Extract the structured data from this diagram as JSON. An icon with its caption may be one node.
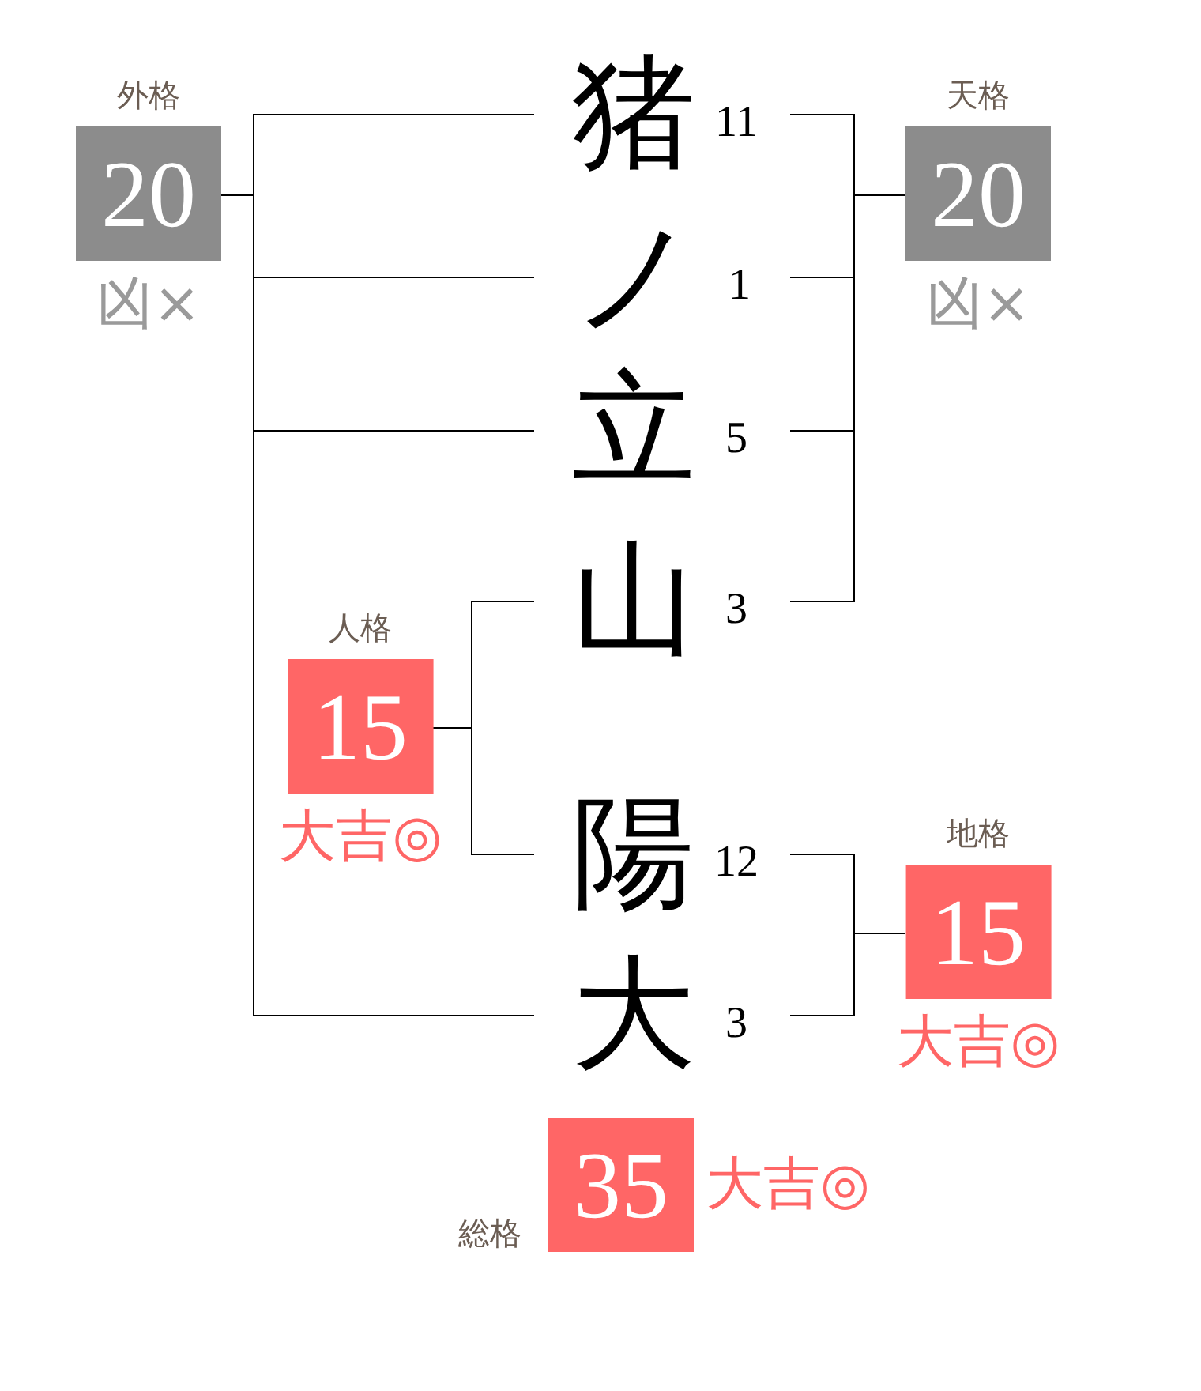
{
  "diagram": {
    "nodes": [
      {
        "text": [
          "外格",
          "20"
        ],
        "beside": [
          "凶×"
        ]
      },
      {
        "text": [
          "猪"
        ],
        "beside": [
          "11"
        ]
      },
      {
        "text": [
          "天格",
          "20"
        ],
        "beside": [
          "凶×"
        ]
      },
      {
        "text": [
          "ノ"
        ],
        "beside": [
          "1"
        ]
      },
      {
        "text": [
          "立"
        ],
        "beside": [
          "5"
        ]
      },
      {
        "text": [
          "山"
        ],
        "beside": [
          "3"
        ]
      },
      {
        "text": [
          "人格",
          "15"
        ],
        "beside": [
          "大吉◎"
        ]
      },
      {
        "text": [
          "陽"
        ],
        "beside": [
          "12"
        ]
      },
      {
        "text": [
          "地格",
          "15"
        ],
        "beside": [
          "大吉◎"
        ]
      },
      {
        "text": [
          "大"
        ],
        "beside": [
          "3"
        ]
      },
      {
        "text": [
          "総格",
          "35"
        ],
        "beside": [
          "大吉◎"
        ]
      }
    ],
    "edges": [
      {
        "from": 1,
        "to": 0,
        "arrow": "none"
      },
      {
        "from": 3,
        "to": 0,
        "arrow": "none"
      },
      {
        "from": 4,
        "to": 0,
        "arrow": "none"
      },
      {
        "from": 9,
        "to": 0,
        "arrow": "none"
      },
      {
        "from": 1,
        "to": 2,
        "arrow": "none"
      },
      {
        "from": 3,
        "to": 2,
        "arrow": "none"
      },
      {
        "from": 4,
        "to": 2,
        "arrow": "none"
      },
      {
        "from": 5,
        "to": 2,
        "arrow": "none"
      },
      {
        "from": 5,
        "to": 6,
        "arrow": "none"
      },
      {
        "from": 7,
        "to": 6,
        "arrow": "none"
      },
      {
        "from": 7,
        "to": 8,
        "arrow": "none"
      },
      {
        "from": 9,
        "to": 8,
        "arrow": "none"
      }
    ]
  }
}
